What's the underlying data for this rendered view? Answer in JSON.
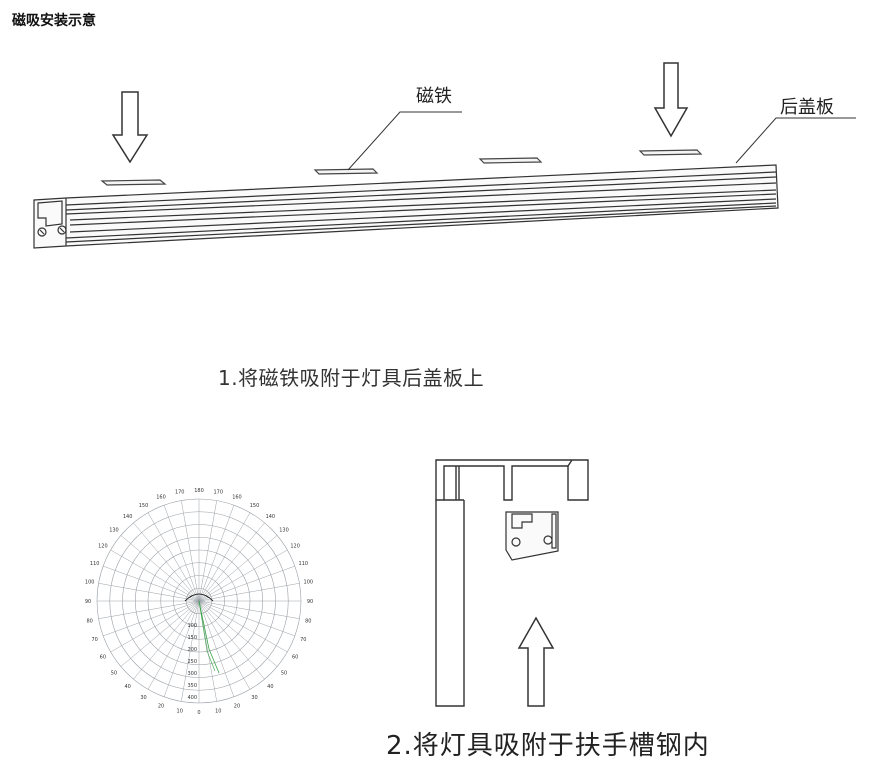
{
  "title": "磁吸安装示意",
  "step1": {
    "magnet_label": "磁铁",
    "cover_label": "后盖板",
    "caption": "1.将磁铁吸附于灯具后盖板上"
  },
  "step2": {
    "caption": "2.将灯具吸附于扶手槽钢内"
  },
  "polar_chart": {
    "angle_labels": [
      "0",
      "10",
      "20",
      "30",
      "40",
      "50",
      "60",
      "70",
      "80",
      "90",
      "100",
      "110",
      "120",
      "130",
      "140",
      "150",
      "160",
      "170",
      "180"
    ],
    "radial_labels": [
      "100",
      "150",
      "200",
      "250",
      "300",
      "350",
      "400"
    ]
  },
  "colors": {
    "line": "#333333",
    "grid": "#9aa0a6",
    "curve": "#3aa34a"
  }
}
